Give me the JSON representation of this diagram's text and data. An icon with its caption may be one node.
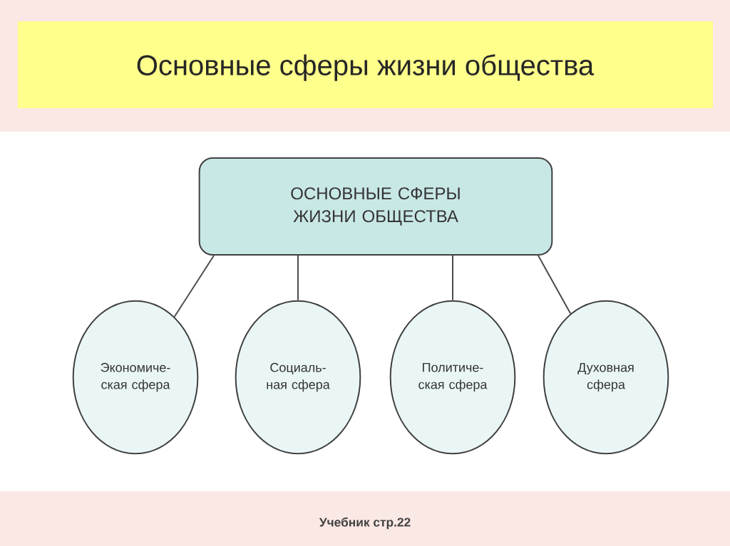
{
  "diagram": {
    "title": "Основные сферы жизни общества",
    "nodes": [
      {
        "text": [
          "ОСНОВНЫЕ СФЕРЫ ЖИЗНИ ОБЩЕСТВА"
        ]
      },
      {
        "text": [
          "Экономиче- ская сфера"
        ]
      },
      {
        "text": [
          "Социаль- ная сфера"
        ]
      },
      {
        "text": [
          "Политиче- ская сфера"
        ]
      },
      {
        "text": [
          "Духовная сфера"
        ]
      }
    ],
    "edges": [
      {
        "from": 0,
        "to": 1,
        "arrow": "none"
      },
      {
        "from": 0,
        "to": 2,
        "arrow": "none"
      },
      {
        "from": 0,
        "to": 3,
        "arrow": "none"
      },
      {
        "from": 0,
        "to": 4,
        "arrow": "none"
      }
    ],
    "labels": [
      "Учебник стр.22"
    ]
  }
}
